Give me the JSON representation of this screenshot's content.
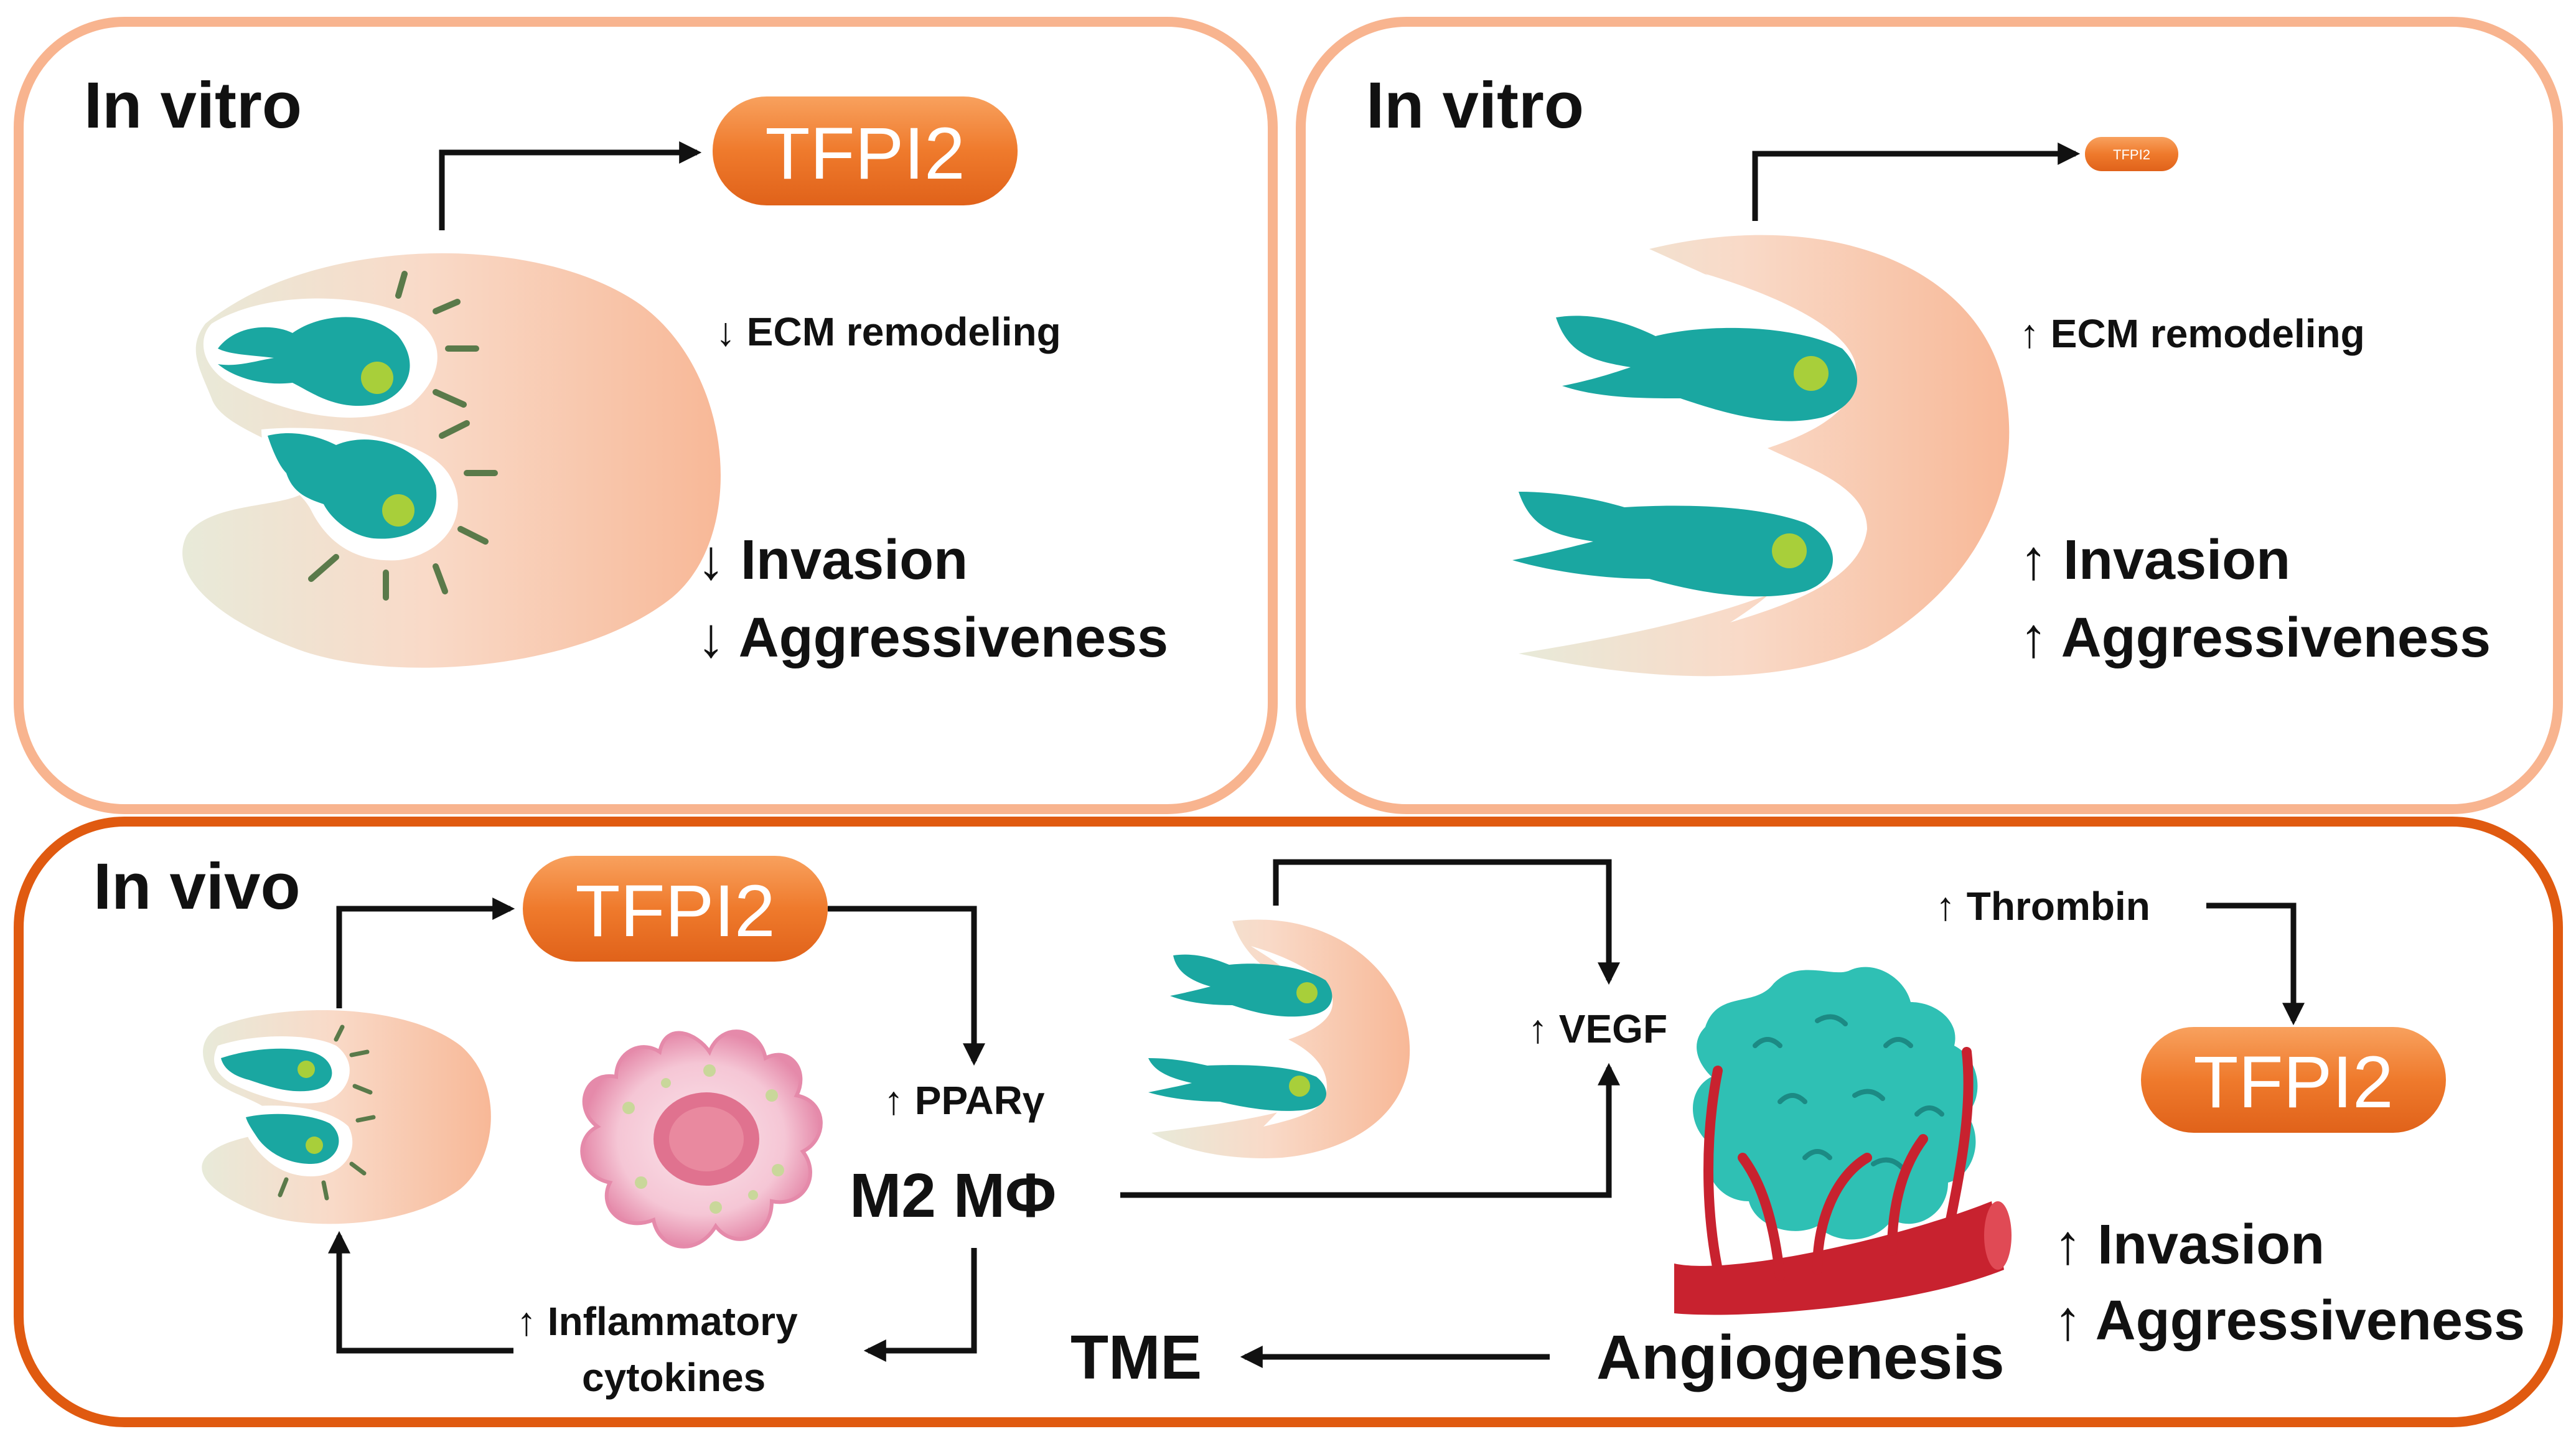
{
  "panels": {
    "vitro_left": {
      "title": "In vitro",
      "pill": "TFPI2",
      "ecm": "↓ ECM remodeling",
      "invasion": "↓ Invasion",
      "aggressiveness": "↓ Aggressiveness"
    },
    "vitro_right": {
      "title": "In vitro",
      "pill": "TFPI2",
      "ecm": "↑ ECM remodeling",
      "invasion": "↑ Invasion",
      "aggressiveness": "↑ Aggressiveness"
    },
    "vivo": {
      "title": "In vivo",
      "pill_left": "TFPI2",
      "ppar": "↑ PPARγ",
      "m2": "M2 MΦ",
      "cytokines_1": "↑ Inflammatory",
      "cytokines_2": "cytokines",
      "vegf": "↑ VEGF",
      "thrombin": "↑ Thrombin",
      "pill_right": "TFPI2",
      "invasion": "↑ Invasion",
      "aggressiveness": "↑ Aggressiveness",
      "tme": "TME",
      "angiogenesis": "Angiogenesis"
    }
  },
  "colors": {
    "vitro_border": "#f8b48f",
    "vivo_border": "#e05a10",
    "pill": "#ef7a2c",
    "cell": "#1aa7a1",
    "nucleus": "#a8cf3a",
    "tissue": "#f8b897",
    "vessel": "#c8222f",
    "tumor": "#2fc0b4",
    "macrophage": "#e9a7bd"
  }
}
